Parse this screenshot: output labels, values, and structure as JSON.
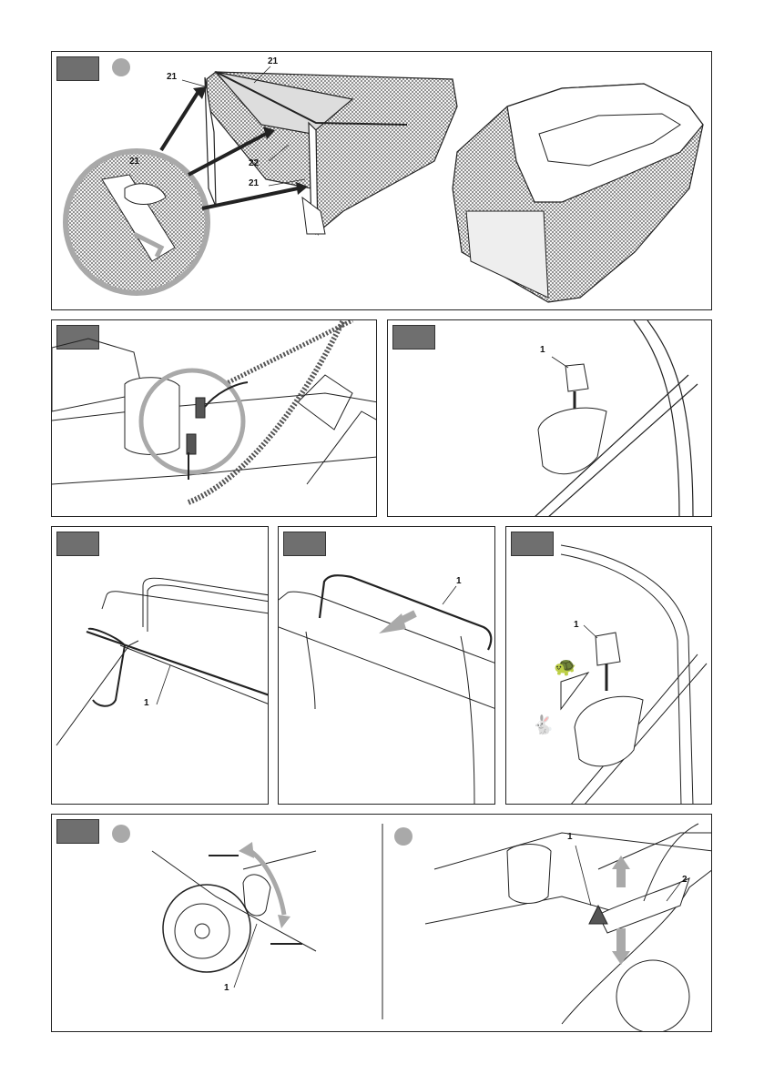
{
  "colors": {
    "line": "#222222",
    "tag": "#6f6f6f",
    "highlight": "#a9a9a9",
    "mesh": "#555555"
  },
  "panels": [
    {
      "callouts": [
        "21",
        "21",
        "22",
        "21",
        "21"
      ]
    },
    {
      "callouts": []
    },
    {
      "callouts": [
        "1"
      ]
    },
    {
      "callouts": [
        "1"
      ]
    },
    {
      "callouts": [
        "1"
      ]
    },
    {
      "callouts": [
        "1"
      ],
      "icons": [
        "turtle-icon",
        "rabbit-icon"
      ]
    },
    {
      "callouts": [
        "1",
        "1",
        "2"
      ]
    }
  ]
}
